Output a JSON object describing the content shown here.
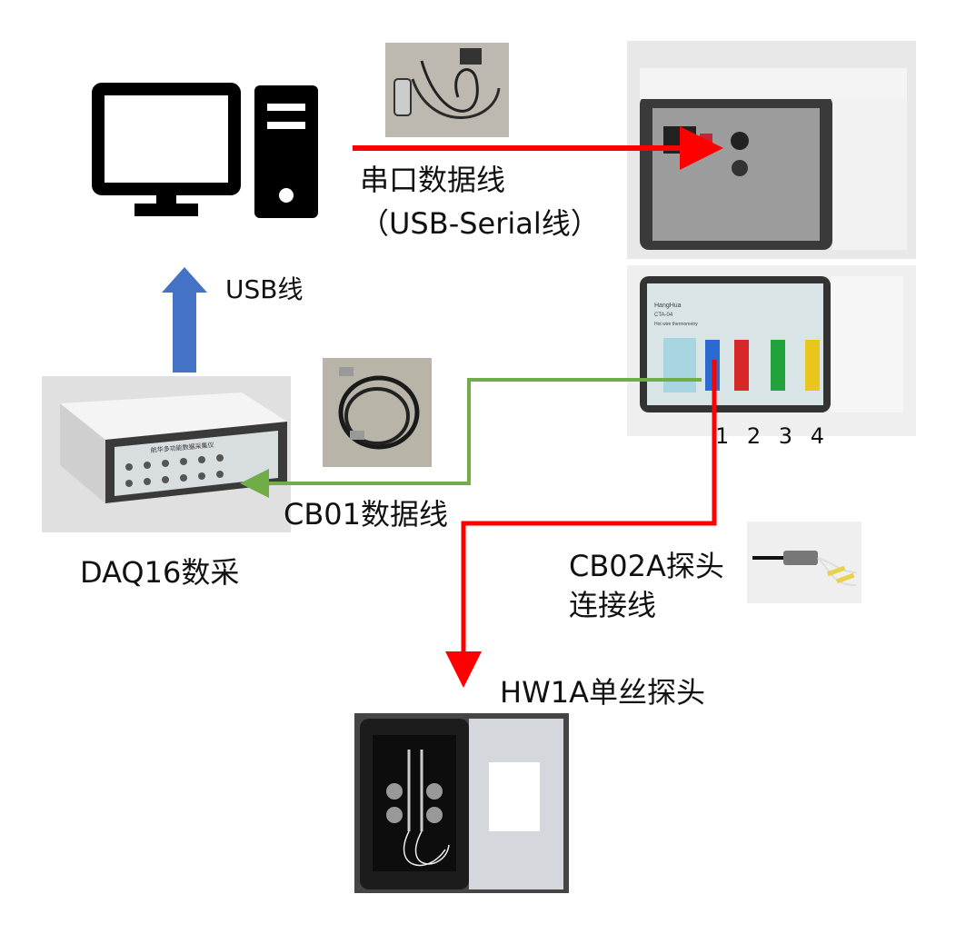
{
  "labels": {
    "serial_line": "串口数据线",
    "serial_sub": "（USB-Serial线）",
    "usb": "USB线",
    "cb01": "CB01数据线",
    "daq": "DAQ16数采",
    "cb02a_1": "CB02A探头",
    "cb02a_2": "连接线",
    "hw1a": "HW1A单丝探头",
    "channels": "1 2 3 4"
  },
  "devices": {
    "daq_panel_text": "航华多功能数据采集仪",
    "anemometer_brand": "HangHua",
    "anemometer_model": "CTA-04",
    "anemometer_sub": "Hot wire thermometry",
    "channel_colors": [
      "#2a6bd1",
      "#d62828",
      "#1fa33a",
      "#e8c61c"
    ]
  },
  "colors": {
    "red_line": "#ff0000",
    "green_line": "#70ad47",
    "blue_arrow": "#4472c4"
  }
}
